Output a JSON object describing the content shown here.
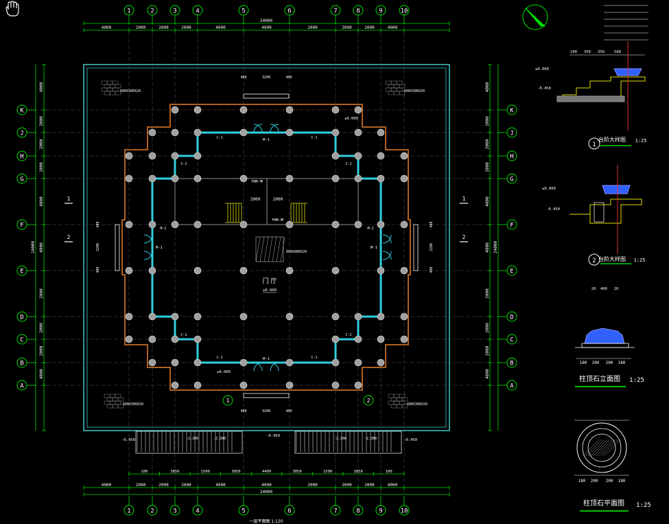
{
  "app": {
    "cursor_icon": "hand-pan-icon"
  },
  "colors": {
    "background": "#000000",
    "grid_axis": "#00e000",
    "dimension": "#ffffff",
    "wall_outer": "#b06020",
    "wall_inner": "#30d0e0",
    "column": "#a0a0a0",
    "platform": "#40c8c8",
    "label": "#ffffff",
    "title_accent": "#00ff00",
    "detail_yellow": "#e0e000",
    "detail_blue": "#3060ff",
    "detail_red": "#e03030"
  },
  "plan": {
    "column_axes": [
      "1",
      "2",
      "3",
      "4",
      "5",
      "6",
      "7",
      "8",
      "9",
      "10"
    ],
    "row_axes": [
      "K",
      "J",
      "H",
      "G",
      "F",
      "E",
      "D",
      "C",
      "B",
      "A"
    ],
    "top_dims": [
      "4000",
      "2000",
      "2000",
      "2000",
      "4000",
      "4000",
      "2000",
      "2000",
      "2000",
      "4000"
    ],
    "top_total": "24000",
    "bottom_dims": [
      "4000",
      "2000",
      "2000",
      "2000",
      "4000",
      "4000",
      "2000",
      "2000",
      "2000",
      "4000"
    ],
    "bottom_total": "24000",
    "bottom_sub_dims": [
      "100",
      "3850",
      "1500",
      "3850",
      "4400",
      "3850",
      "1500",
      "3850",
      "100"
    ],
    "left_dims": [
      "4000",
      "2000",
      "2000",
      "2000",
      "4000",
      "4000",
      "2000",
      "2000",
      "2000",
      "4000"
    ],
    "left_total": "24000",
    "right_dims": [
      "4000",
      "2000",
      "2000",
      "2000",
      "4000",
      "4000",
      "2000",
      "2000",
      "2000",
      "4000"
    ],
    "right_total": "24000",
    "hall_label": "门 厅",
    "hall_level": "±0.000",
    "top_level": "±0.000",
    "bottom_level": "±0.000",
    "step_level_left": "-0.450",
    "step_level_mid": "-0.450",
    "step_level_right": "-0.450",
    "ramp_levels": [
      "-2.300",
      "-2.300",
      "-2.300",
      "-2.300"
    ],
    "door_top": "M-1",
    "door_bottom": "M-1",
    "door_left": "M-1",
    "door_right": "M-1",
    "door_small_left": "M-2",
    "door_small_right": "M-2",
    "fire_door_top": "FHM-甲",
    "fire_door_mid": "FHM-甲",
    "window_labels": [
      "C-1",
      "C-1",
      "C-1",
      "C-1",
      "C-2",
      "C-2",
      "C-2",
      "C-2"
    ],
    "stair_dims": [
      "2000",
      "2000"
    ],
    "inner_dim_labels": [
      "400",
      "3200",
      "400"
    ],
    "side_dim_labels": [
      "400",
      "3200",
      "400"
    ],
    "floor_note": "800X800X20",
    "corner_note": "600X300X20",
    "stone_note": "600X300X20",
    "section_marks": [
      "1",
      "2",
      "1",
      "2"
    ],
    "detail_marks": [
      "1",
      "2"
    ],
    "plan_title": "一层平面图 1:120"
  },
  "details": [
    {
      "title": "台阶大样图",
      "scale": "1:25",
      "num": "1",
      "levels": [
        "±0.000",
        "-0.450"
      ],
      "dims": [
        "100",
        "350",
        "350",
        "500"
      ]
    },
    {
      "title": "台阶大样图",
      "scale": "1:25",
      "num": "2",
      "levels": [
        "±0.000",
        "-0.450"
      ],
      "dims": []
    },
    {
      "title": "柱顶石立面图",
      "scale": "1:25",
      "dims": [
        "180",
        "200",
        "200",
        "180"
      ],
      "top_dims": [
        "20",
        "400",
        "20"
      ]
    },
    {
      "title": "柱顶石平面图",
      "scale": "1:25",
      "dims": [
        "180",
        "200",
        "200",
        "180"
      ]
    }
  ]
}
